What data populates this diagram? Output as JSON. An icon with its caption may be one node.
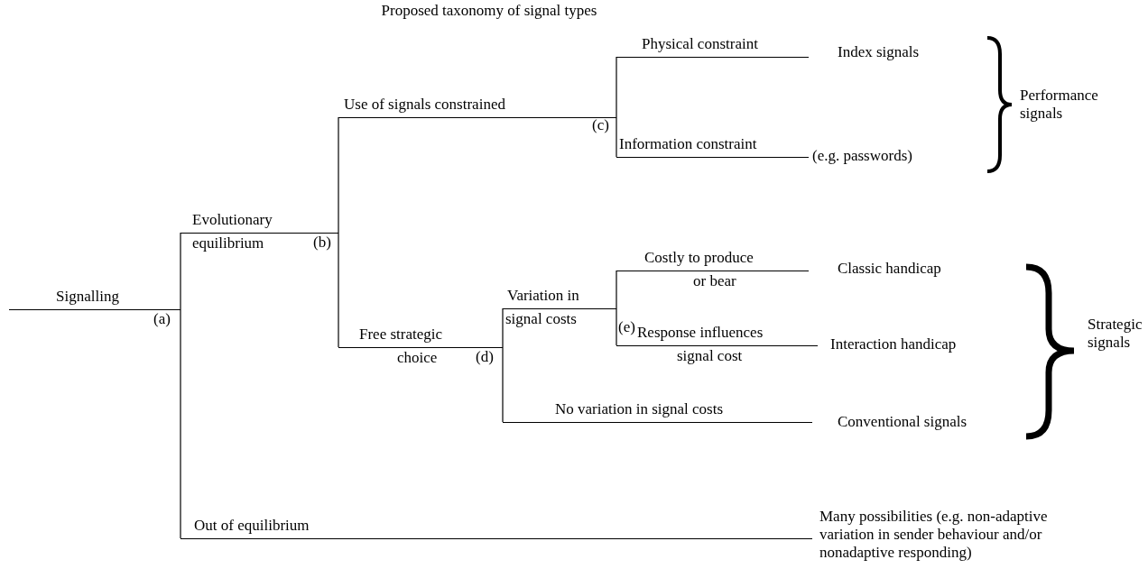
{
  "diagram": {
    "title": "Proposed taxonomy of signal types",
    "nodes": [
      {
        "text": [
          "Signalling"
        ]
      },
      {
        "text": [
          "Evolutionary",
          "equilibrium"
        ]
      },
      {
        "text": [
          "Use of signals constrained"
        ]
      },
      {
        "text": [
          "Physical constraint"
        ],
        "beside": [
          "Index signals"
        ]
      },
      {
        "text": [
          "Information constraint"
        ],
        "beside": [
          "(e.g. passwords)"
        ]
      },
      {
        "text": [
          "Free strategic",
          "choice"
        ]
      },
      {
        "text": [
          "Variation in",
          "signal costs"
        ]
      },
      {
        "text": [
          "Costly to produce",
          "or bear"
        ],
        "beside": [
          "Classic handicap"
        ]
      },
      {
        "text": [
          "Response influences",
          "signal cost"
        ],
        "beside": [
          "Interaction handicap"
        ]
      },
      {
        "text": [
          "No variation in signal costs"
        ],
        "beside": [
          "Conventional signals"
        ]
      },
      {
        "text": [
          "Out of equilibrium"
        ],
        "beside": [
          "Many possibilities (e.g. non-adaptive variation in sender behaviour and/or nonadaptive responding)"
        ]
      }
    ],
    "edges": [
      {
        "from": 0,
        "to": 1,
        "arrow": "none"
      },
      {
        "from": 0,
        "to": 10,
        "arrow": "none"
      },
      {
        "from": 1,
        "to": 2,
        "arrow": "none"
      },
      {
        "from": 1,
        "to": 5,
        "arrow": "none"
      },
      {
        "from": 2,
        "to": 3,
        "arrow": "none"
      },
      {
        "from": 2,
        "to": 4,
        "arrow": "none"
      },
      {
        "from": 5,
        "to": 6,
        "arrow": "none"
      },
      {
        "from": 5,
        "to": 9,
        "arrow": "none"
      },
      {
        "from": 6,
        "to": 7,
        "arrow": "none"
      },
      {
        "from": 6,
        "to": 8,
        "arrow": "none"
      }
    ],
    "labels": [
      "(a)",
      "(b)",
      "(c)",
      "(d)",
      "(e)",
      "Performance signals",
      "Strategic signals"
    ]
  }
}
